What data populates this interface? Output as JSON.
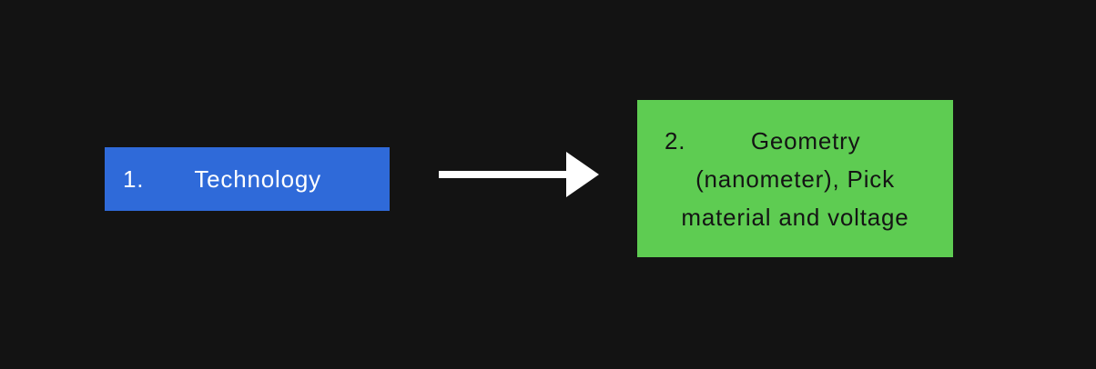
{
  "canvas": {
    "background": "#131313"
  },
  "flow": {
    "steps": [
      {
        "number": "1.",
        "lines": [
          "Technology"
        ],
        "fill": "#2f6ad9",
        "text_color": "#ffffff"
      },
      {
        "number": "2.",
        "lines": [
          "Geometry",
          "(nanometer), Pick",
          "material and voltage"
        ],
        "fill": "#5ecc52",
        "text_color": "#141414"
      }
    ],
    "connector": {
      "icon": "arrow-right",
      "color": "#ffffff"
    }
  }
}
